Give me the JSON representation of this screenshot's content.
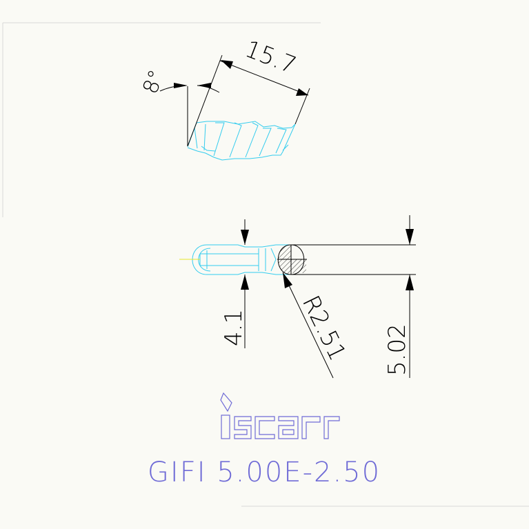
{
  "drawing": {
    "angle_label": "8°",
    "length_label": "15.7",
    "width_label": "4.1",
    "radius_label": "R2.51",
    "height_label": "5.02"
  },
  "brand": {
    "logo": "iscar",
    "part_number": "GIFI 5.00E-2.50"
  },
  "colors": {
    "background": "#fafaf5",
    "insert": "#33ccee",
    "dimension_lines": "#000000",
    "brand": "#6f6bd6"
  }
}
